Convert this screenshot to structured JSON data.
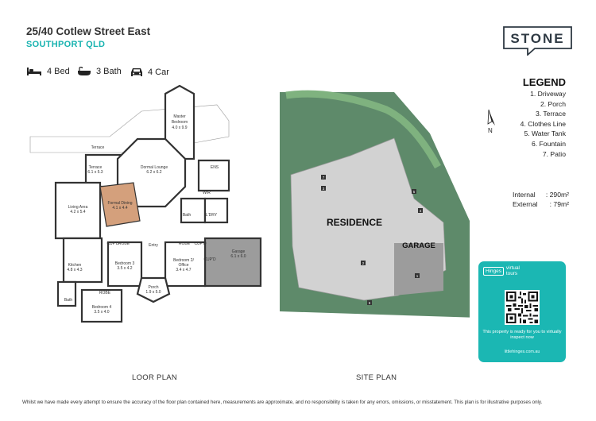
{
  "address": {
    "line1": "25/40 Cotlew Street East",
    "line2": "SOUTHPORT QLD"
  },
  "features": [
    {
      "icon": "bed-icon",
      "label": "4 Bed"
    },
    {
      "icon": "bath-icon",
      "label": "3 Bath"
    },
    {
      "icon": "car-icon",
      "label": "4 Car"
    }
  ],
  "logo": {
    "text": "STONE",
    "color": "#2f3a44"
  },
  "legend": {
    "title": "LEGEND",
    "items": [
      "1. Driveway",
      "2. Porch",
      "3. Terrace",
      "4. Clothes Line",
      "5. Water Tank",
      "6. Fountain",
      "7. Patio"
    ]
  },
  "north": {
    "label": "N"
  },
  "areas": [
    {
      "label": "Internal",
      "value": ": 290m²"
    },
    {
      "label": "External",
      "value": ": 79m²"
    }
  ],
  "virtual_tour": {
    "brand": "Hinges",
    "brand_sub1": "virtual",
    "brand_sub2": "tours",
    "text": "This property is ready for you to virtually inspect now",
    "url": "littlehinges.com.au",
    "color": "#1bb7b3"
  },
  "floor_plan": {
    "caption": "LOOR PLAN",
    "rooms": [
      {
        "name": "Master",
        "dim": "Bedroom"
      },
      {
        "name": "4.0 x 9.9",
        "dim": ""
      },
      {
        "name": "Terrace",
        "dim": ""
      },
      {
        "name": "Terrace",
        "dim": "6.1 x 5.3"
      },
      {
        "name": "Dormal Lounge",
        "dim": "6.2 x 6.2"
      },
      {
        "name": "ENS",
        "dim": ""
      },
      {
        "name": "WIR",
        "dim": ""
      },
      {
        "name": "Living Area",
        "dim": "4.2 x 5.4"
      },
      {
        "name": "Formal Dining",
        "dim": "4.1 x 4.4"
      },
      {
        "name": "Bath",
        "dim": ""
      },
      {
        "name": "L'DRY",
        "dim": ""
      },
      {
        "name": "Garage",
        "dim": "6.1 x 6.0"
      },
      {
        "name": "Kitchen",
        "dim": "4.8 x 4.3"
      },
      {
        "name": "Bedroom 3",
        "dim": "3.5 x 4.2"
      },
      {
        "name": "Bedroom 2/",
        "dim": "Office"
      },
      {
        "name": "3.4 x 4.7",
        "dim": ""
      },
      {
        "name": "Entry",
        "dim": ""
      },
      {
        "name": "Porch",
        "dim": "1.9 x 5.0"
      },
      {
        "name": "Bath",
        "dim": ""
      },
      {
        "name": "Bedroom 4",
        "dim": "3.5 x 4.0"
      },
      {
        "name": "ROBE",
        "dim": ""
      },
      {
        "name": "ROBE",
        "dim": ""
      },
      {
        "name": "ROBE",
        "dim": ""
      },
      {
        "name": "CUP'D",
        "dim": ""
      },
      {
        "name": "CUP'D",
        "dim": ""
      },
      {
        "name": "CUP'D",
        "dim": ""
      }
    ]
  },
  "site_plan": {
    "caption": "SITE PLAN",
    "residence": "RESIDENCE",
    "garage": "GARAGE",
    "markers": [
      "1",
      "2",
      "3",
      "4",
      "5",
      "6",
      "7"
    ]
  },
  "disclaimer": "Whilst we have made every attempt to ensure the accuracy of the floor plan contained here, measurements are approximate, and no responsibility is taken for any errors, omissions, or misstatement. This plan is for illustrative purposes only.",
  "colors": {
    "accent": "#19b3b0",
    "grass": "#5e8a6a",
    "hedge": "#7fb27f",
    "concrete": "#d2d2d2",
    "garage": "#9c9c9c",
    "dining": "#d4a07c"
  }
}
